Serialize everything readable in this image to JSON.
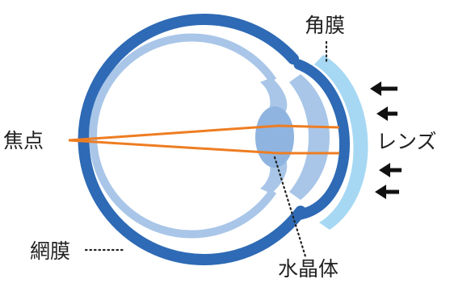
{
  "labels": {
    "cornea": "角膜",
    "focus": "焦点",
    "lens": "レンズ",
    "retina": "網膜",
    "crystalline_lens": "水晶体"
  },
  "colors": {
    "sclera": "#2e6ab5",
    "choroid": "#a9c6e8",
    "contact_lens": "#a6d8f3",
    "crystalline_lens": "#8fb4e0",
    "light_ray": "#ee7d22",
    "arrow": "#111111",
    "text": "#222222"
  },
  "arrows": {
    "count": 4,
    "icon": "arrow-left-icon"
  }
}
